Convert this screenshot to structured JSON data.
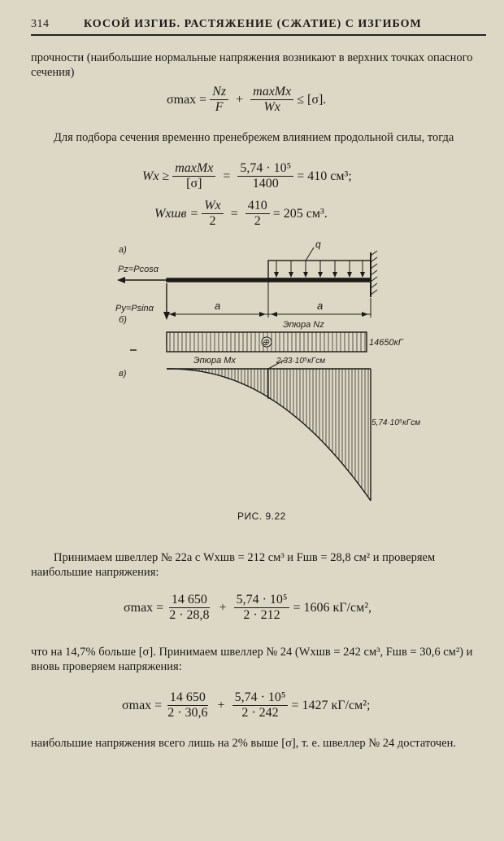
{
  "header": {
    "page_number": "314",
    "title": "КОСОЙ ИЗГИБ. РАСТЯЖЕНИЕ (СЖАТИЕ) С ИЗГИБОМ"
  },
  "para1": "прочности (наибольшие нормальные напряжения возникают в верхних точках опасного сечения)",
  "eq1": {
    "lhs": "σmax =",
    "n1": "Nz",
    "d1": "F",
    "op": "+",
    "n2": "maxMx",
    "d2": "Wx",
    "rel": "≤ [σ]."
  },
  "para2": "Для подбора сечения временно пренебрежем влиянием продольной силы, тогда",
  "eq2": {
    "lhs": "Wx ≥",
    "n1": "maxMx",
    "d1": "[σ]",
    "eq": "=",
    "n2": "5,74 · 10⁵",
    "d2": "1400",
    "rhs": "= 410 см³;"
  },
  "eq3": {
    "lhs": "Wxшв =",
    "n1": "Wx",
    "d1": "2",
    "eq": "=",
    "n2": "410",
    "d2": "2",
    "rhs": "= 205 см³."
  },
  "figure": {
    "label_a": "а)",
    "label_b": "б)",
    "label_c": "в)",
    "force1": "Pz=Pcosα",
    "force2": "Py=Psinα",
    "load": "q",
    "dim1": "a",
    "dim2": "a",
    "nz_title": "Эпюра Nz",
    "nz_value": "14650кГ",
    "nz_sign": "⊕",
    "mx_title": "Эпюра Mx",
    "mx_mid": "2,33·10⁵кГсм",
    "mx_max": "5,74·10⁵кГсм",
    "caption": "РИС. 9.22"
  },
  "para3": "Принимаем швеллер № 22а с Wxшв = 212 см³ и Fшв = 28,8 см² и проверяем наибольшие напряжения:",
  "eq4": {
    "lhs": "σmax =",
    "n1": "14 650",
    "d1": "2 · 28,8",
    "op": "+",
    "n2": "5,74 · 10⁵",
    "d2": "2 · 212",
    "rhs": "= 1606 кГ/см²,"
  },
  "para4": "что на 14,7% больше [σ]. Принимаем швеллер № 24 (Wxшв = 242 см³, Fшв = 30,6 см²) и вновь проверяем напряжения:",
  "eq5": {
    "lhs": "σmax =",
    "n1": "14 650",
    "d1": "2 · 30,6",
    "op": "+",
    "n2": "5,74 · 10⁵",
    "d2": "2 · 242",
    "rhs": "= 1427 кГ/см²;"
  },
  "para5": "наибольшие напряжения всего лишь на 2% выше [σ], т. е. швеллер № 24 достаточен."
}
